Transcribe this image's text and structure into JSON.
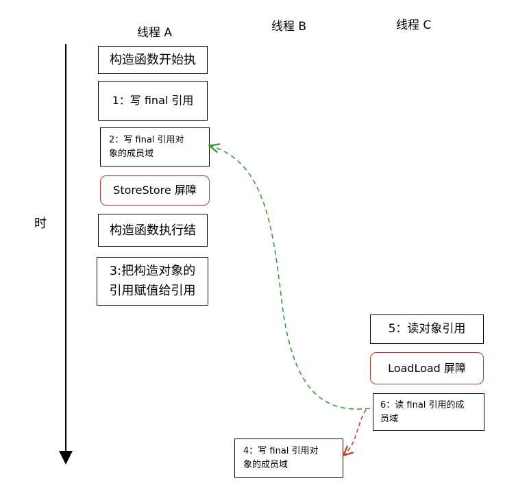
{
  "headers": {
    "thread_a": "线程 A",
    "thread_b": "线程 B",
    "thread_c": "线程 C"
  },
  "time_label": "时",
  "thread_a_boxes": {
    "ctor_start": "构造函数开始执",
    "write_final_ref": "1：写 final 引用",
    "write_final_ref_member": "2：写 final 引用对\n象的成员域",
    "storestore_barrier": "StoreStore 屏障",
    "ctor_end": "构造函数执行结",
    "assign_ref": "3:把构造对象的\n引用赋值给引用"
  },
  "thread_c_boxes": {
    "read_obj_ref": "5：读对象引用",
    "loadload_barrier": "LoadLoad 屏障",
    "read_final_member": "6：读 final 引用的成\n员域"
  },
  "thread_b_boxes": {
    "write_final_ref_member_b": "4：写 final 引用对\n象的成员域"
  },
  "colors": {
    "green_arrow": "#3a9a3a",
    "red_arrow": "#d0402a",
    "barrier_border": "#c0392b"
  }
}
